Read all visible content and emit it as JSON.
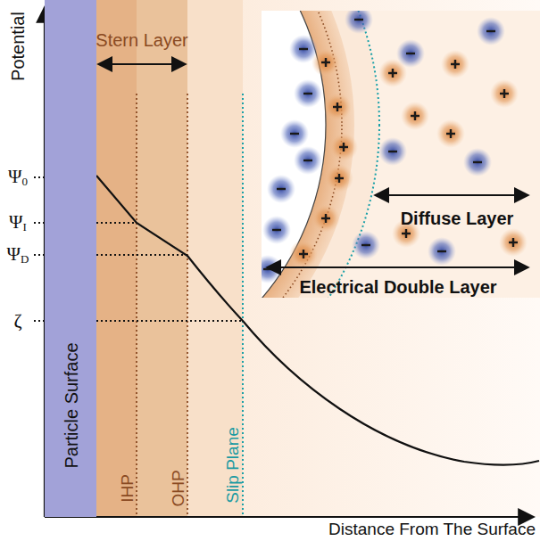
{
  "diagram": {
    "nodes": [
      {
        "text": [
          "Particle Surface"
        ]
      }
    ],
    "labels": [
      "Potential",
      "Stern Layer",
      "Ψ0",
      "ΨI",
      "ΨD",
      "ζ",
      "IHP",
      "OHP",
      "Slip Plane",
      "Diffuse Layer",
      "Electrical Double Layer",
      "Distance From The Surface"
    ]
  }
}
